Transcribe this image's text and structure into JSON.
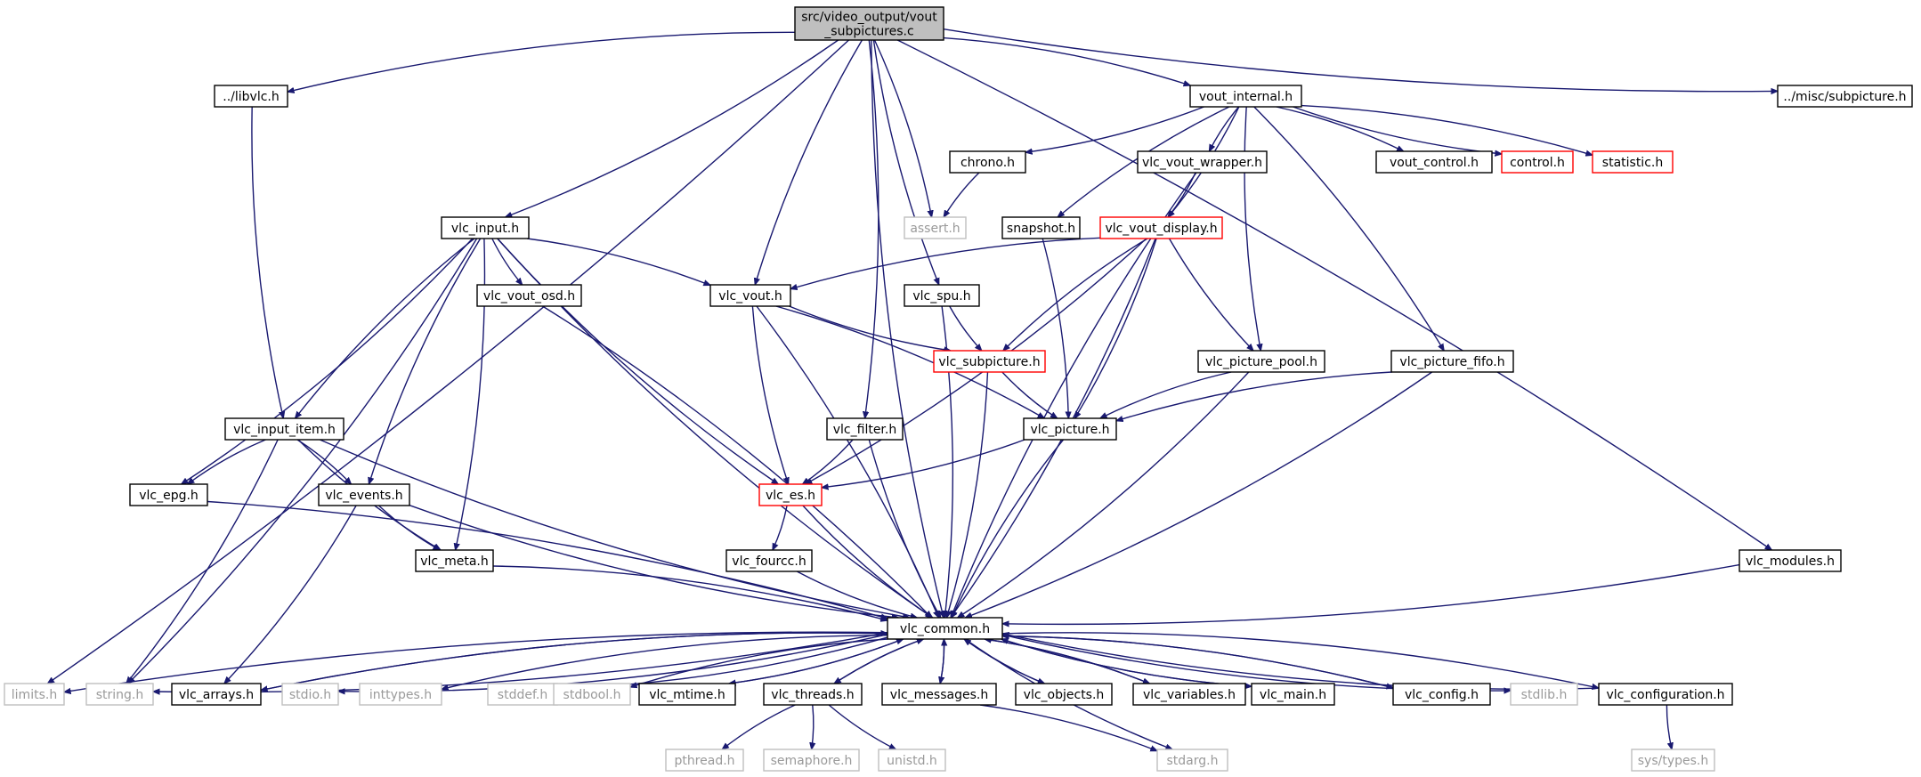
{
  "nodes": [
    {
      "id": "root",
      "label": "src/video_output/vout\n_subpictures.c",
      "kind": "root"
    },
    {
      "id": "libvlc",
      "label": "../libvlc.h",
      "kind": "normal"
    },
    {
      "id": "vout_internal",
      "label": "vout_internal.h",
      "kind": "normal"
    },
    {
      "id": "misc_subpicture",
      "label": "../misc/subpicture.h",
      "kind": "normal"
    },
    {
      "id": "chrono",
      "label": "chrono.h",
      "kind": "normal"
    },
    {
      "id": "vlc_vout_wrapper",
      "label": "vlc_vout_wrapper.h",
      "kind": "normal"
    },
    {
      "id": "vout_control",
      "label": "vout_control.h",
      "kind": "normal"
    },
    {
      "id": "control",
      "label": "control.h",
      "kind": "red"
    },
    {
      "id": "statistic",
      "label": "statistic.h",
      "kind": "red"
    },
    {
      "id": "assert",
      "label": "assert.h",
      "kind": "ghost"
    },
    {
      "id": "vlc_input",
      "label": "vlc_input.h",
      "kind": "normal"
    },
    {
      "id": "snapshot",
      "label": "snapshot.h",
      "kind": "normal"
    },
    {
      "id": "vlc_vout_display",
      "label": "vlc_vout_display.h",
      "kind": "red"
    },
    {
      "id": "vlc_vout_osd",
      "label": "vlc_vout_osd.h",
      "kind": "normal"
    },
    {
      "id": "vlc_vout",
      "label": "vlc_vout.h",
      "kind": "normal"
    },
    {
      "id": "vlc_spu",
      "label": "vlc_spu.h",
      "kind": "normal"
    },
    {
      "id": "vlc_subpicture",
      "label": "vlc_subpicture.h",
      "kind": "red"
    },
    {
      "id": "vlc_picture_pool",
      "label": "vlc_picture_pool.h",
      "kind": "normal"
    },
    {
      "id": "vlc_picture_fifo",
      "label": "vlc_picture_fifo.h",
      "kind": "normal"
    },
    {
      "id": "vlc_input_item",
      "label": "vlc_input_item.h",
      "kind": "normal"
    },
    {
      "id": "vlc_filter",
      "label": "vlc_filter.h",
      "kind": "normal"
    },
    {
      "id": "vlc_picture",
      "label": "vlc_picture.h",
      "kind": "normal"
    },
    {
      "id": "vlc_epg",
      "label": "vlc_epg.h",
      "kind": "normal"
    },
    {
      "id": "vlc_events",
      "label": "vlc_events.h",
      "kind": "normal"
    },
    {
      "id": "vlc_es",
      "label": "vlc_es.h",
      "kind": "red"
    },
    {
      "id": "vlc_meta",
      "label": "vlc_meta.h",
      "kind": "normal"
    },
    {
      "id": "vlc_fourcc",
      "label": "vlc_fourcc.h",
      "kind": "normal"
    },
    {
      "id": "vlc_modules",
      "label": "vlc_modules.h",
      "kind": "normal"
    },
    {
      "id": "vlc_common",
      "label": "vlc_common.h",
      "kind": "normal"
    },
    {
      "id": "limits",
      "label": "limits.h",
      "kind": "ghost"
    },
    {
      "id": "string",
      "label": "string.h",
      "kind": "ghost"
    },
    {
      "id": "vlc_arrays",
      "label": "vlc_arrays.h",
      "kind": "normal"
    },
    {
      "id": "stdio",
      "label": "stdio.h",
      "kind": "ghost"
    },
    {
      "id": "inttypes",
      "label": "inttypes.h",
      "kind": "ghost"
    },
    {
      "id": "stddef",
      "label": "stddef.h",
      "kind": "ghost"
    },
    {
      "id": "stdbool",
      "label": "stdbool.h",
      "kind": "ghost"
    },
    {
      "id": "vlc_mtime",
      "label": "vlc_mtime.h",
      "kind": "normal"
    },
    {
      "id": "vlc_threads",
      "label": "vlc_threads.h",
      "kind": "normal"
    },
    {
      "id": "vlc_messages",
      "label": "vlc_messages.h",
      "kind": "normal"
    },
    {
      "id": "vlc_objects",
      "label": "vlc_objects.h",
      "kind": "normal"
    },
    {
      "id": "vlc_variables",
      "label": "vlc_variables.h",
      "kind": "normal"
    },
    {
      "id": "vlc_main",
      "label": "vlc_main.h",
      "kind": "normal"
    },
    {
      "id": "vlc_config",
      "label": "vlc_config.h",
      "kind": "normal"
    },
    {
      "id": "stdlib",
      "label": "stdlib.h",
      "kind": "ghost"
    },
    {
      "id": "vlc_configuration",
      "label": "vlc_configuration.h",
      "kind": "normal"
    },
    {
      "id": "pthread",
      "label": "pthread.h",
      "kind": "ghost"
    },
    {
      "id": "semaphore",
      "label": "semaphore.h",
      "kind": "ghost"
    },
    {
      "id": "unistd",
      "label": "unistd.h",
      "kind": "ghost"
    },
    {
      "id": "stdarg",
      "label": "stdarg.h",
      "kind": "ghost"
    },
    {
      "id": "sys_types",
      "label": "sys/types.h",
      "kind": "ghost"
    }
  ],
  "edges": [
    [
      "root",
      "limits"
    ],
    [
      "root",
      "libvlc"
    ],
    [
      "root",
      "vout_internal"
    ],
    [
      "root",
      "misc_subpicture"
    ],
    [
      "root",
      "vlc_input"
    ],
    [
      "root",
      "vlc_vout"
    ],
    [
      "root",
      "vlc_filter"
    ],
    [
      "root",
      "vlc_spu"
    ],
    [
      "root",
      "assert"
    ],
    [
      "root",
      "vlc_common"
    ],
    [
      "root",
      "vlc_modules"
    ],
    [
      "libvlc",
      "vlc_input_item"
    ],
    [
      "vout_internal",
      "chrono"
    ],
    [
      "vout_internal",
      "vlc_vout_wrapper"
    ],
    [
      "vout_internal",
      "vout_control"
    ],
    [
      "vout_internal",
      "control"
    ],
    [
      "vout_internal",
      "statistic"
    ],
    [
      "vout_internal",
      "snapshot"
    ],
    [
      "vout_internal",
      "vlc_vout_display"
    ],
    [
      "vout_internal",
      "vlc_picture_pool"
    ],
    [
      "vout_internal",
      "vlc_picture_fifo"
    ],
    [
      "chrono",
      "assert"
    ],
    [
      "vlc_vout_wrapper",
      "vlc_vout_display"
    ],
    [
      "vlc_vout_wrapper",
      "vlc_common"
    ],
    [
      "snapshot",
      "vlc_picture"
    ],
    [
      "vlc_vout_display",
      "vlc_vout"
    ],
    [
      "vlc_vout_display",
      "vlc_es"
    ],
    [
      "vlc_vout_display",
      "vlc_subpicture"
    ],
    [
      "vlc_vout_display",
      "vlc_picture"
    ],
    [
      "vlc_vout_display",
      "vlc_picture_pool"
    ],
    [
      "vlc_vout_display",
      "vlc_common"
    ],
    [
      "vlc_input",
      "vlc_vout_osd"
    ],
    [
      "vlc_input",
      "vlc_vout"
    ],
    [
      "vlc_input",
      "vlc_input_item"
    ],
    [
      "vlc_input",
      "vlc_epg"
    ],
    [
      "vlc_input",
      "vlc_events"
    ],
    [
      "vlc_input",
      "vlc_meta"
    ],
    [
      "vlc_input",
      "vlc_es"
    ],
    [
      "vlc_input",
      "string"
    ],
    [
      "vlc_input",
      "vlc_common"
    ],
    [
      "vlc_vout_osd",
      "vlc_common"
    ],
    [
      "vlc_vout",
      "vlc_subpicture"
    ],
    [
      "vlc_vout",
      "vlc_picture"
    ],
    [
      "vlc_vout",
      "vlc_es"
    ],
    [
      "vlc_vout",
      "vlc_common"
    ],
    [
      "vlc_spu",
      "vlc_subpicture"
    ],
    [
      "vlc_spu",
      "vlc_common"
    ],
    [
      "vlc_subpicture",
      "vlc_picture"
    ],
    [
      "vlc_subpicture",
      "vlc_common"
    ],
    [
      "vlc_picture_pool",
      "vlc_picture"
    ],
    [
      "vlc_picture_pool",
      "vlc_common"
    ],
    [
      "vlc_picture_fifo",
      "vlc_picture"
    ],
    [
      "vlc_picture_fifo",
      "vlc_common"
    ],
    [
      "vlc_input_item",
      "vlc_epg"
    ],
    [
      "vlc_input_item",
      "vlc_events"
    ],
    [
      "vlc_input_item",
      "vlc_meta"
    ],
    [
      "vlc_input_item",
      "string"
    ],
    [
      "vlc_input_item",
      "vlc_common"
    ],
    [
      "vlc_filter",
      "vlc_es"
    ],
    [
      "vlc_filter",
      "vlc_common"
    ],
    [
      "vlc_picture",
      "vlc_es"
    ],
    [
      "vlc_picture",
      "vlc_common"
    ],
    [
      "vlc_epg",
      "vlc_common"
    ],
    [
      "vlc_events",
      "vlc_meta"
    ],
    [
      "vlc_events",
      "vlc_arrays"
    ],
    [
      "vlc_events",
      "vlc_common"
    ],
    [
      "vlc_es",
      "vlc_fourcc"
    ],
    [
      "vlc_es",
      "vlc_common"
    ],
    [
      "vlc_meta",
      "vlc_common"
    ],
    [
      "vlc_fourcc",
      "vlc_common"
    ],
    [
      "vlc_modules",
      "vlc_common"
    ],
    [
      "vlc_common",
      "limits"
    ],
    [
      "vlc_common",
      "string"
    ],
    [
      "vlc_common",
      "vlc_arrays"
    ],
    [
      "vlc_common",
      "stdio"
    ],
    [
      "vlc_common",
      "inttypes"
    ],
    [
      "vlc_common",
      "stddef"
    ],
    [
      "vlc_common",
      "stdbool"
    ],
    [
      "vlc_common",
      "vlc_mtime"
    ],
    [
      "vlc_common",
      "vlc_threads"
    ],
    [
      "vlc_common",
      "vlc_messages"
    ],
    [
      "vlc_common",
      "vlc_objects"
    ],
    [
      "vlc_common",
      "vlc_variables"
    ],
    [
      "vlc_common",
      "vlc_main"
    ],
    [
      "vlc_common",
      "vlc_config"
    ],
    [
      "vlc_common",
      "stdlib"
    ],
    [
      "vlc_common",
      "vlc_configuration"
    ],
    [
      "vlc_common",
      "stdarg"
    ],
    [
      "vlc_arrays",
      "vlc_common"
    ],
    [
      "vlc_mtime",
      "vlc_common"
    ],
    [
      "vlc_threads",
      "vlc_common"
    ],
    [
      "vlc_messages",
      "vlc_common"
    ],
    [
      "vlc_objects",
      "vlc_common"
    ],
    [
      "vlc_variables",
      "vlc_common"
    ],
    [
      "vlc_main",
      "vlc_common"
    ],
    [
      "vlc_config",
      "vlc_common"
    ],
    [
      "vlc_configuration",
      "vlc_common"
    ],
    [
      "vlc_threads",
      "pthread"
    ],
    [
      "vlc_threads",
      "semaphore"
    ],
    [
      "vlc_threads",
      "unistd"
    ],
    [
      "vlc_messages",
      "stdarg"
    ],
    [
      "vlc_configuration",
      "sys_types"
    ]
  ],
  "colors": {
    "edge": "#191970",
    "root_fill": "#bfbfbf",
    "node_border": "#000000",
    "red_border": "#ff0000",
    "ghost_border": "#bfbfbf",
    "ghost_text": "#9a9a9a"
  }
}
